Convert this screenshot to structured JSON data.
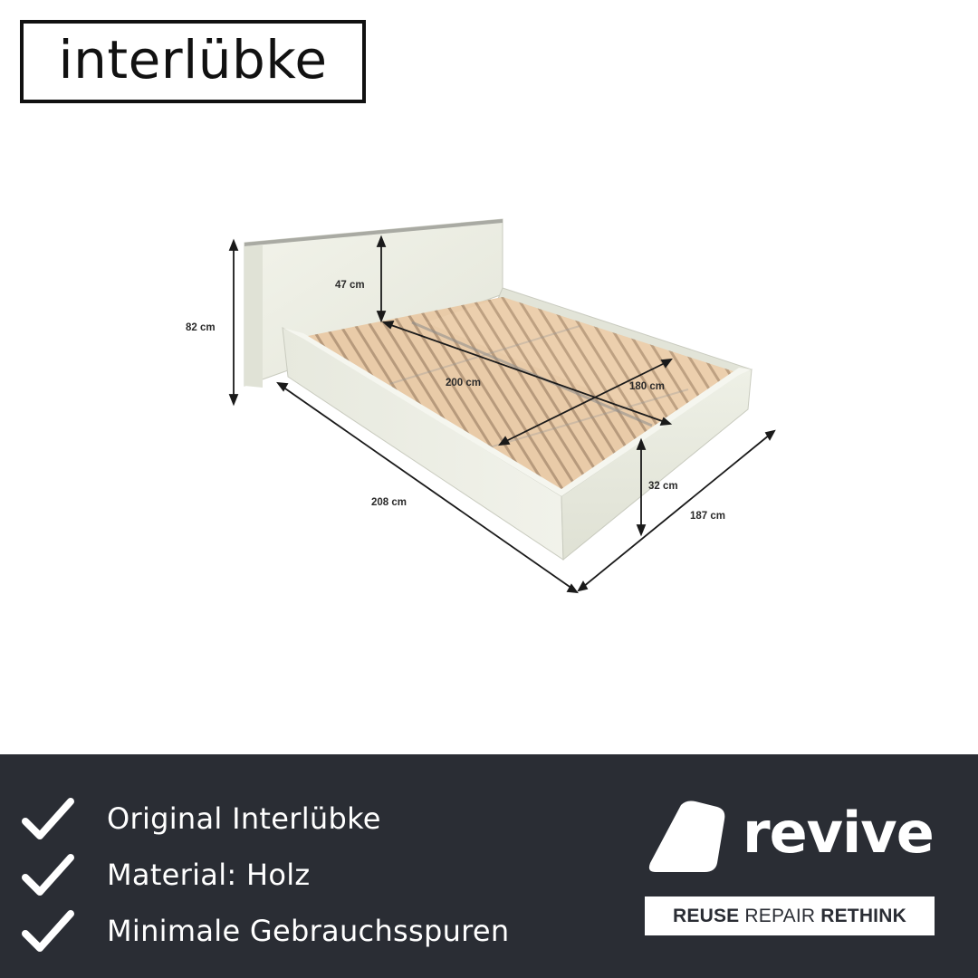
{
  "brand": {
    "name": "interlübke"
  },
  "product": {
    "dimensions": {
      "total_height": "82 cm",
      "headboard_height": "47 cm",
      "mattress_length": "200 cm",
      "mattress_width": "180 cm",
      "frame_height": "32 cm",
      "total_length": "208 cm",
      "total_width": "187 cm"
    }
  },
  "features": [
    {
      "icon": "checkmark-icon",
      "label": "Original Interlübke"
    },
    {
      "icon": "checkmark-icon",
      "label": "Material: Holz"
    },
    {
      "icon": "checkmark-icon",
      "label": "Minimale Gebrauchsspuren"
    }
  ],
  "revive": {
    "logo_text": "revive",
    "tagline": {
      "reuse": "REUSE",
      "repair": "REPAIR",
      "rethink": "RETHINK"
    }
  },
  "colors": {
    "banner_background": "#2a2d34",
    "banner_text": "#ffffff",
    "bed_frame": "#eceee3",
    "slats": "#e8c9a6",
    "dimension_lines": "#1a1a1a"
  }
}
